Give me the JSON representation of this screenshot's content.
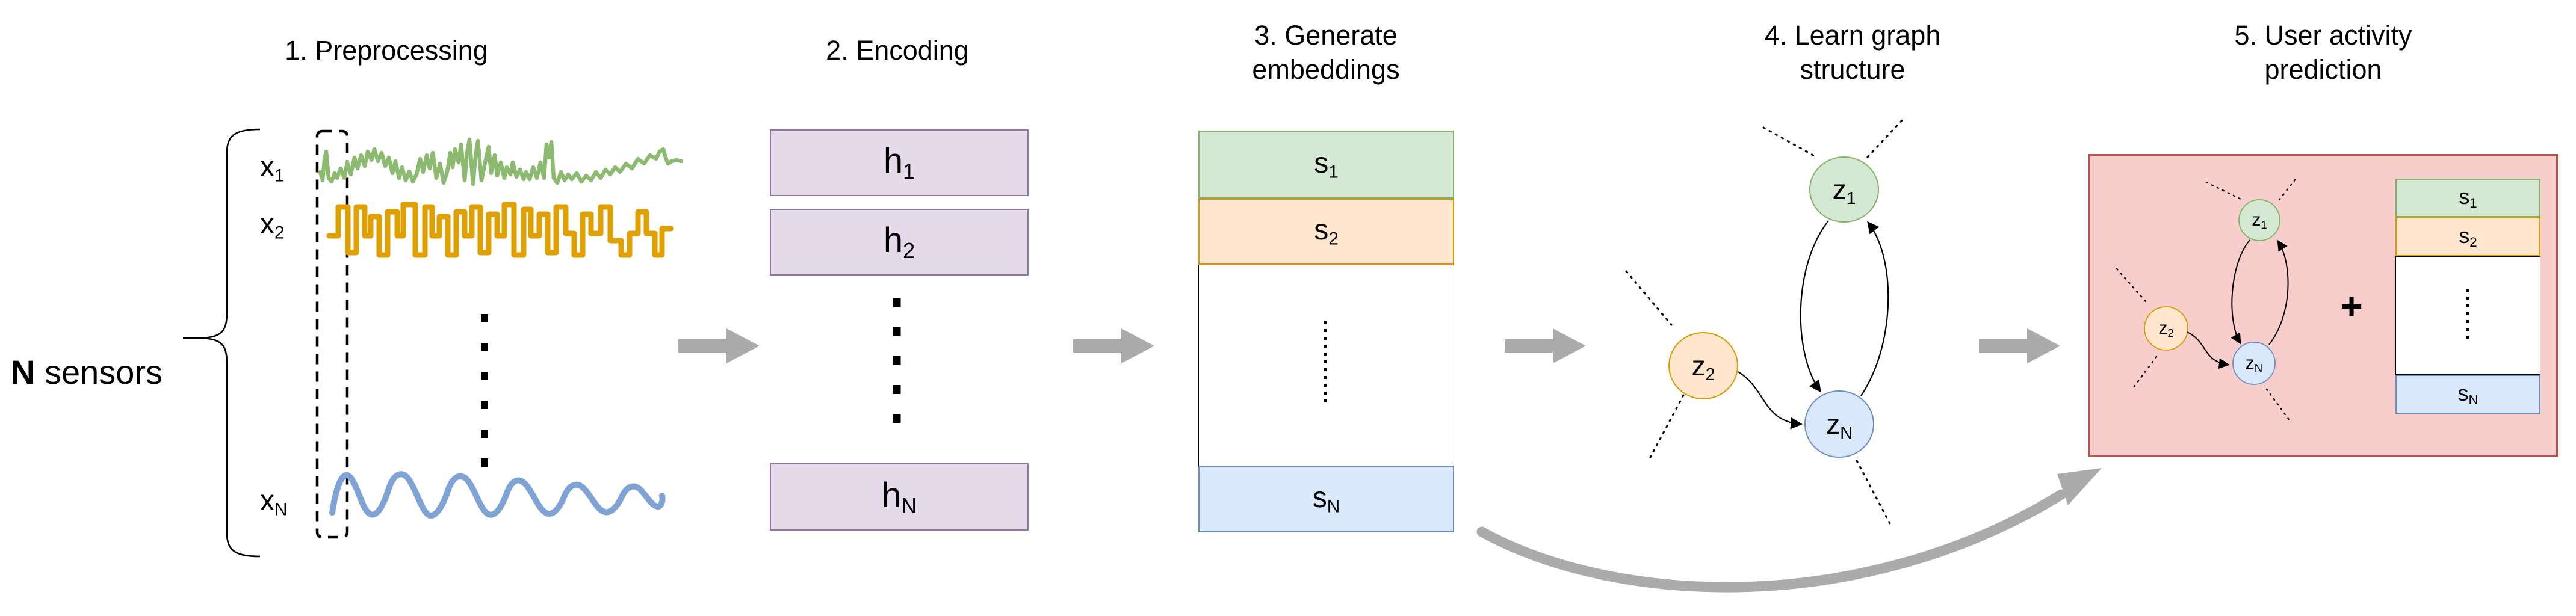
{
  "stages": [
    {
      "line1": "1. Preprocessing",
      "line2": ""
    },
    {
      "line1": "2. Encoding",
      "line2": ""
    },
    {
      "line1": "3. Generate",
      "line2": "embeddings"
    },
    {
      "line1": "4. Learn graph",
      "line2": "structure"
    },
    {
      "line1": "5. User activity",
      "line2": "prediction"
    }
  ],
  "preprocessing": {
    "bracket_label_bold": "N",
    "bracket_label_rest": " sensors",
    "signals": [
      {
        "main": "x",
        "sub": "1",
        "color": "#8CBA70",
        "style": "noisy"
      },
      {
        "main": "x",
        "sub": "2",
        "color": "#DFA000",
        "style": "square-wave"
      },
      {
        "main": "x",
        "sub": "N",
        "color": "#7FA3D4",
        "style": "sine-wave"
      }
    ]
  },
  "encoding": {
    "boxes": [
      {
        "main": "h",
        "sub": "1"
      },
      {
        "main": "h",
        "sub": "2"
      },
      {
        "main": "h",
        "sub": "N"
      }
    ]
  },
  "embeddings": {
    "rows": [
      {
        "main": "s",
        "sub": "1"
      },
      {
        "main": "s",
        "sub": "2"
      },
      {
        "main": "s",
        "sub": "N"
      }
    ]
  },
  "graph": {
    "nodes": [
      {
        "main": "z",
        "sub": "1"
      },
      {
        "main": "z",
        "sub": "2"
      },
      {
        "main": "z",
        "sub": "N"
      }
    ]
  },
  "prediction": {
    "plus": "+"
  },
  "palette": {
    "green_fill": "#D5E8D4",
    "green_stroke": "#82B366",
    "orange_fill": "#FFE6CC",
    "orange_stroke": "#D79B00",
    "blue_fill": "#DAE8FC",
    "blue_stroke": "#6C8EBF",
    "purple_fill": "#E4DAEA",
    "purple_stroke": "#9673A6",
    "pink_fill": "#F8CECC",
    "pink_stroke": "#B85450",
    "arrow_gray": "#ABABAB",
    "signal_green": "#8CBA70",
    "signal_orange": "#DFA000",
    "signal_blue": "#7FA3D4"
  }
}
